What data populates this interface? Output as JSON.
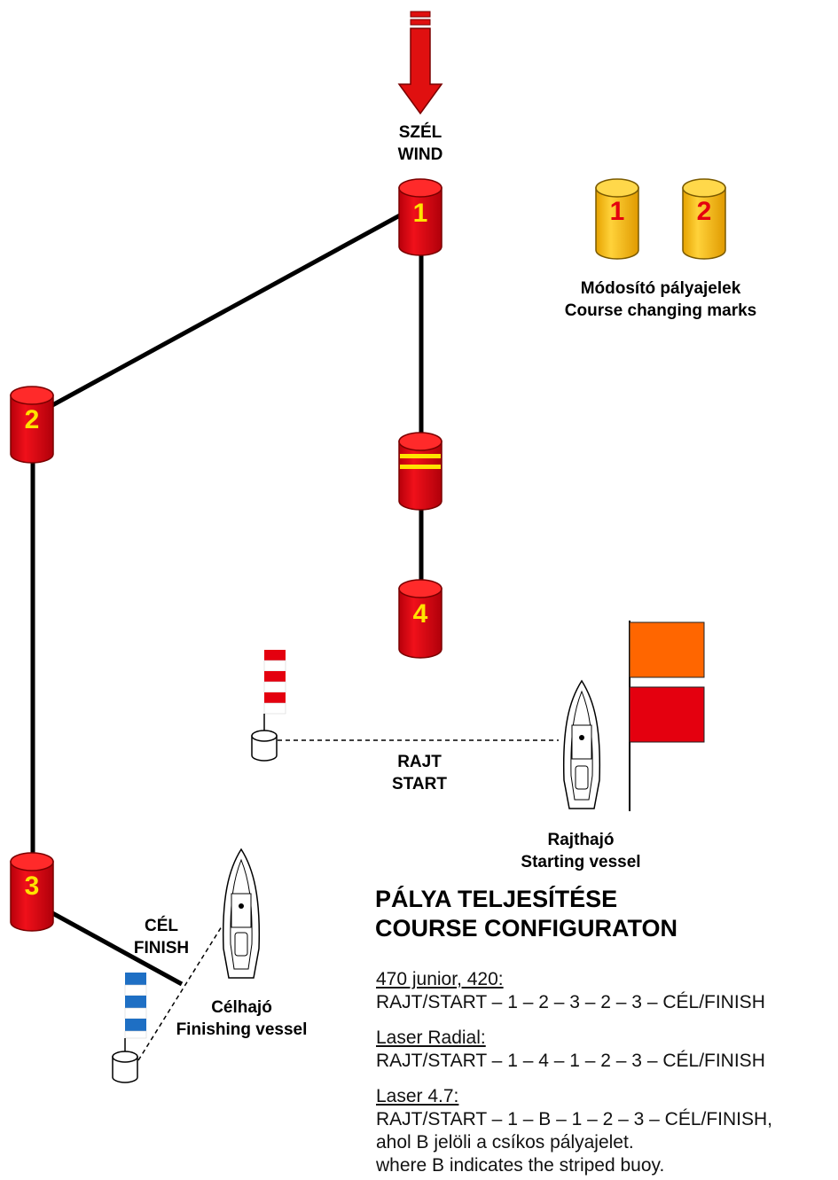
{
  "wind": {
    "label_hu": "SZÉL",
    "label_en": "WIND",
    "arrow_color": "#e01010"
  },
  "marks": {
    "color_main": "#e4000f",
    "color_changing": "#f5b800",
    "number_color": "#ffe300",
    "number_color_changing": "#e4000f",
    "mark1": "1",
    "mark2": "2",
    "mark3": "3",
    "mark4": "4"
  },
  "course_changing": {
    "mark_a": "1",
    "mark_b": "2",
    "label_hu": "Módosító pályajelek",
    "label_en": "Course changing marks"
  },
  "start": {
    "label_hu": "RAJT",
    "label_en": "START",
    "vessel_hu": "Rajthajó",
    "vessel_en": "Starting vessel",
    "flag_colors": [
      "#ff6600",
      "#e4000f"
    ]
  },
  "finish": {
    "label_hu": "CÉL",
    "label_en": "FINISH",
    "vessel_hu": "Célhajó",
    "vessel_en": "Finishing vessel",
    "pole_stripe_color": "#1e6fc4"
  },
  "configuration": {
    "title_hu": "PÁLYA TELJESÍTÉSE",
    "title_en": "COURSE CONFIGURATON",
    "courses": [
      {
        "name": "470 junior, 420:",
        "sequence": "RAJT/START – 1 – 2 – 3 – 2 – 3 – CÉL/FINISH"
      },
      {
        "name": "Laser Radial:",
        "sequence": "RAJT/START – 1 – 4 – 1 – 2 – 3 – CÉL/FINISH"
      },
      {
        "name": "Laser 4.7:",
        "sequence": "RAJT/START – 1 – B – 1 – 2 – 3 – CÉL/FINISH,",
        "note_hu": "ahol B jelöli a csíkos pályajelet.",
        "note_en": "where B indicates the striped buoy."
      }
    ]
  }
}
